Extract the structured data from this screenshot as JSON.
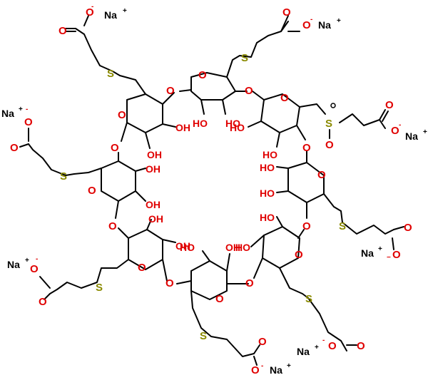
{
  "labels": {
    "sodium": "Na",
    "plus": "+",
    "minus": "−",
    "minus_sup": "-",
    "oxygen": "O",
    "sulfur": "S",
    "hydroxyl": "HO",
    "hydroxyl_r": "OH"
  },
  "colors": {
    "oxygen": "#e00000",
    "sulfur": "#8a8a00",
    "bond": "#000000"
  }
}
